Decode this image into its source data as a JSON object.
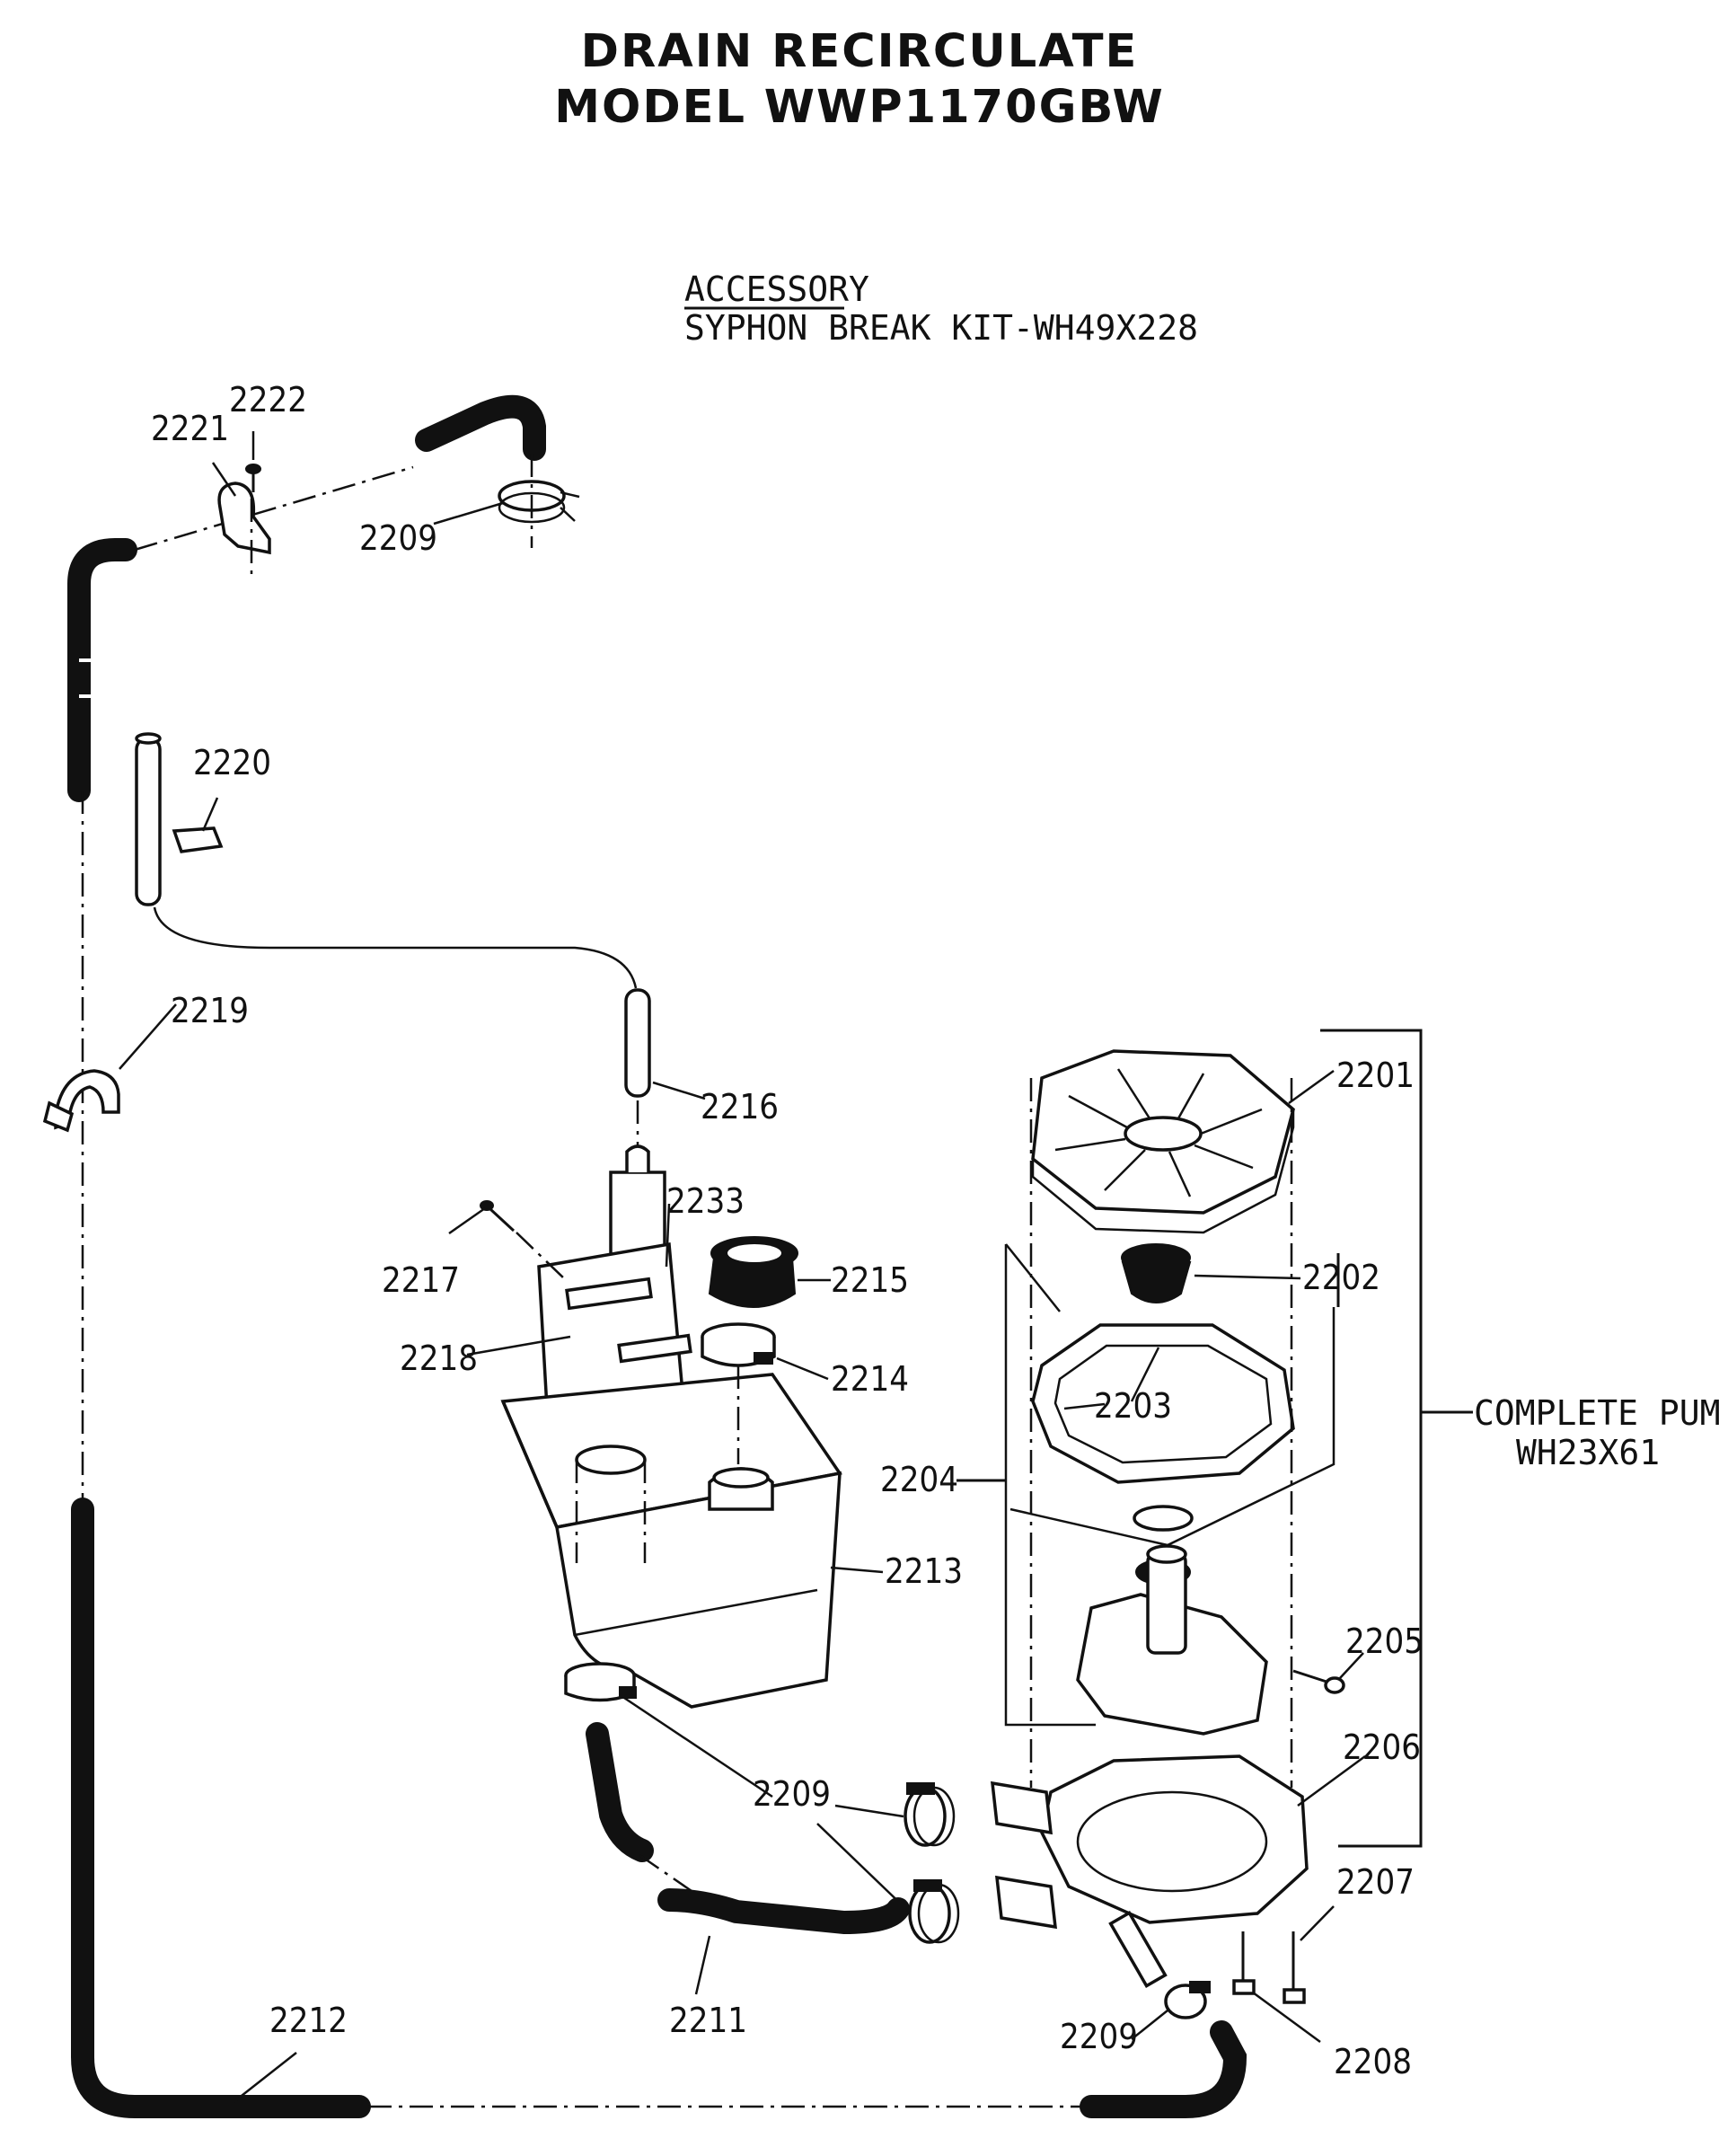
{
  "header": {
    "line1": "DRAIN RECIRCULATE",
    "line2": "MODEL WWP1170GBW"
  },
  "accessory": {
    "heading": "ACCESSORY",
    "kit": "SYPHON BREAK KIT-WH49X228"
  },
  "complete_pump": {
    "label": "COMPLETE  PUMP",
    "part_no": "WH23X61"
  },
  "callouts": {
    "p2201": "2201",
    "p2202": "2202",
    "p2203": "2203",
    "p2204": "2204",
    "p2205": "2205",
    "p2206": "2206",
    "p2207": "2207",
    "p2208": "2208",
    "p2209a": "2209",
    "p2209b": "2209",
    "p2209c": "2209",
    "p2211": "2211",
    "p2212": "2212",
    "p2213": "2213",
    "p2214": "2214",
    "p2215": "2215",
    "p2216": "2216",
    "p2217": "2217",
    "p2218": "2218",
    "p2219": "2219",
    "p2220": "2220",
    "p2221": "2221",
    "p2222": "2222",
    "p2233": "2233"
  }
}
